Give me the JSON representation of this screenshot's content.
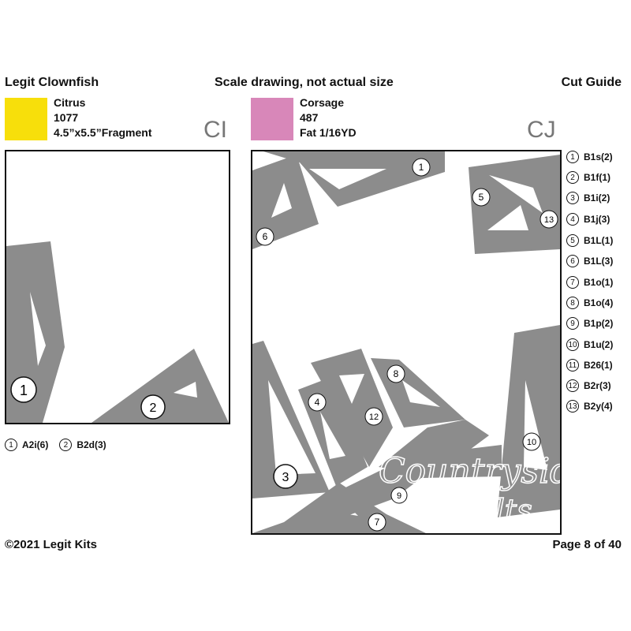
{
  "header": {
    "kit_name": "Legit Clownfish",
    "note": "Scale drawing, not actual size",
    "guide": "Cut Guide"
  },
  "fabrics": [
    {
      "name": "Citrus",
      "number": "1077",
      "size": "4.5”x5.5”Fragment",
      "color": "#f7df0b",
      "code": "CI"
    },
    {
      "name": "Corsage",
      "number": "487",
      "size": "Fat 1/16YD",
      "color": "#d887b9",
      "code": "CJ"
    }
  ],
  "ci_legend": [
    {
      "num": "1",
      "label": "A2i(6)"
    },
    {
      "num": "2",
      "label": "B2d(3)"
    }
  ],
  "ci_pieces": [
    "1",
    "2"
  ],
  "cj_pieces": [
    "1",
    "5",
    "13",
    "6",
    "8",
    "4",
    "12",
    "3",
    "10",
    "9",
    "7"
  ],
  "cj_legend": [
    {
      "num": "1",
      "label": "B1s(2)"
    },
    {
      "num": "2",
      "label": "B1f(1)"
    },
    {
      "num": "3",
      "label": "B1i(2)"
    },
    {
      "num": "4",
      "label": "B1j(3)"
    },
    {
      "num": "5",
      "label": "B1L(1)"
    },
    {
      "num": "6",
      "label": "B1L(3)"
    },
    {
      "num": "7",
      "label": "B1o(1)"
    },
    {
      "num": "8",
      "label": "B1o(4)"
    },
    {
      "num": "9",
      "label": "B1p(2)"
    },
    {
      "num": "10",
      "label": "B1u(2)"
    },
    {
      "num": "11",
      "label": "B26(1)"
    },
    {
      "num": "12",
      "label": "B2r(3)"
    },
    {
      "num": "13",
      "label": "B2y(4)"
    }
  ],
  "footer": {
    "copyright": "©2021 Legit Kits",
    "page": "Page 8 of 40"
  },
  "watermark": {
    "line1": "Countryside",
    "line2": "Quilts"
  },
  "colors": {
    "piece_fill": "#8c8c8c",
    "frame": "#111111"
  }
}
